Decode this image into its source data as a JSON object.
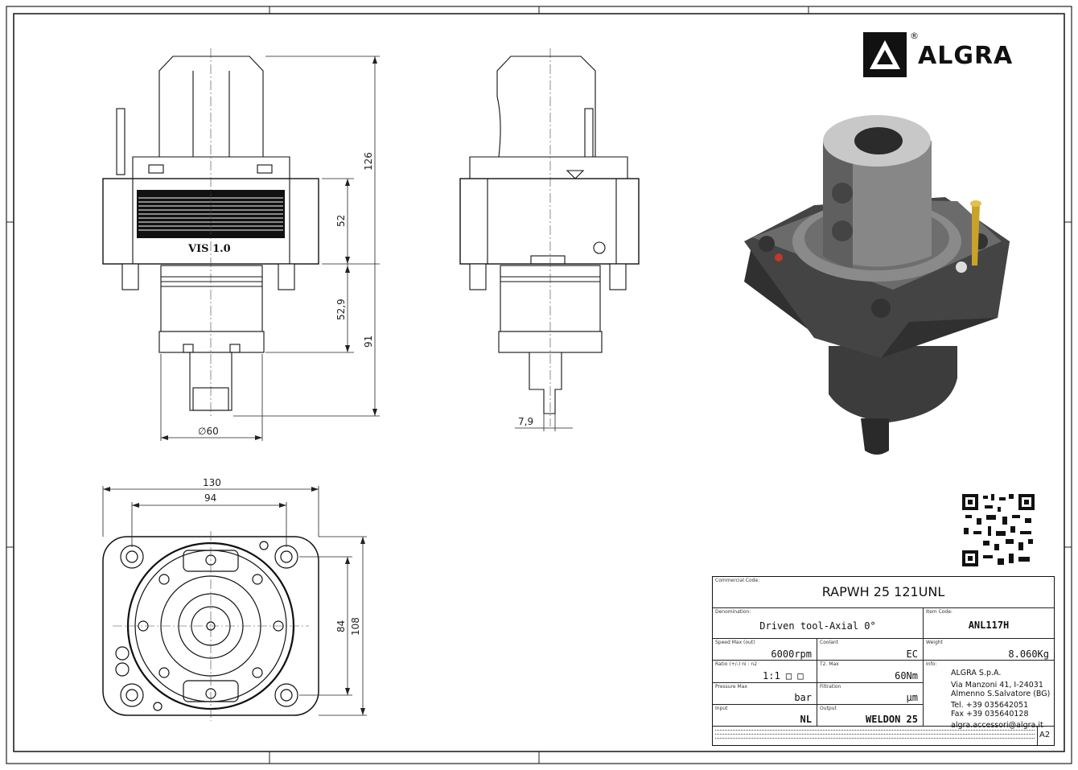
{
  "brand": {
    "name": "ALGRA",
    "reg": "®"
  },
  "views": {
    "front_label": "VIS 1.0",
    "dims": {
      "h126": "126",
      "h52": "52",
      "h52_9": "52,9",
      "h91": "91",
      "dia60": "∅60",
      "w7_9": "7,9",
      "w130": "130",
      "w94": "94",
      "h84": "84",
      "h108": "108"
    }
  },
  "titleblock": {
    "commercial_code": {
      "label": "Commercial Code:",
      "value": "RAPWH 25 121UNL"
    },
    "denomination": {
      "label": "Denomination:",
      "value": "Driven tool-Axial 0°"
    },
    "item_code": {
      "label": "Item Code:",
      "value": "ANL117H"
    },
    "speed": {
      "label": "Speed Max (out)",
      "value": "6000",
      "unit": "rpm"
    },
    "coolant": {
      "label": "Coolant",
      "value": "EC"
    },
    "weight": {
      "label": "Weight",
      "value": "8.060",
      "unit": "Kg"
    },
    "ratio": {
      "label": "Ratio (+/-) ni : n2",
      "value": "1:1 □ □"
    },
    "torque": {
      "label": "T2. Max",
      "value": "60",
      "unit": "Nm"
    },
    "info": {
      "label": "Info:",
      "company": "ALGRA S.p.A.",
      "address1": "Via Manzoni 41, I-24031",
      "address2": "Almenno S.Salvatore (BG)",
      "tel": "Tel. +39 035642051",
      "fax": "Fax +39 035640128",
      "email": "algra.accessori@algra.it"
    },
    "pressure": {
      "label": "Pressure Max",
      "value": "bar"
    },
    "filtration": {
      "label": "Filtration",
      "value": "μm"
    },
    "input": {
      "label": "Input",
      "value": "NL"
    },
    "output": {
      "label": "Output",
      "value": "WELDON 25"
    },
    "sheet_size": "A2"
  }
}
